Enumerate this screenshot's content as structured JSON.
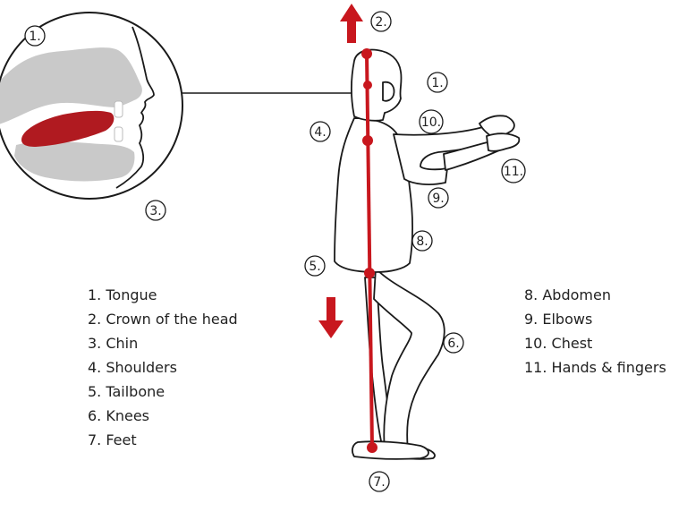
{
  "markers": {
    "tongue_mouth": "1.",
    "tongue_head": "1.",
    "crown": "2.",
    "chin": "3.",
    "shoulders": "4.",
    "tailbone": "5.",
    "knees": "6.",
    "feet": "7.",
    "abdomen": "8.",
    "elbows": "9.",
    "chest": "10.",
    "hands": "11."
  },
  "legend_left": [
    "1. Tongue",
    "2. Crown of the head",
    "3. Chin",
    "4. Shoulders",
    "5. Tailbone",
    "6. Knees",
    "7. Feet"
  ],
  "legend_right": [
    "8. Abdomen",
    "9. Elbows",
    "10. Chest",
    "11. Hands & fingers"
  ],
  "colors": {
    "alignment_line": "#c8171e",
    "tongue": "#b01a20",
    "mouth_gray": "#c9c9c9",
    "outline": "#1a1a1a"
  }
}
